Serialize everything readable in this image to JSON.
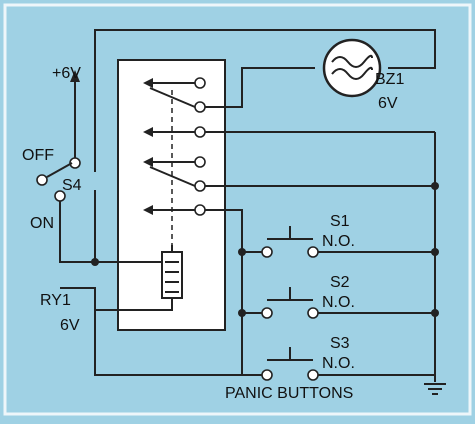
{
  "labels": {
    "supply": "+6V",
    "switch_off": "OFF",
    "switch_name": "S4",
    "switch_on": "ON",
    "buzzer_name": "BZ1",
    "buzzer_voltage": "6V",
    "relay_name": "RY1",
    "relay_voltage": "6V",
    "s1_name": "S1",
    "s1_type": "N.O.",
    "s2_name": "S2",
    "s2_type": "N.O.",
    "s3_name": "S3",
    "s3_type": "N.O.",
    "caption": "PANIC BUTTONS"
  },
  "colors": {
    "background": "#9fd1e4",
    "relay_box": "#ffffff",
    "ink": "#222222"
  }
}
